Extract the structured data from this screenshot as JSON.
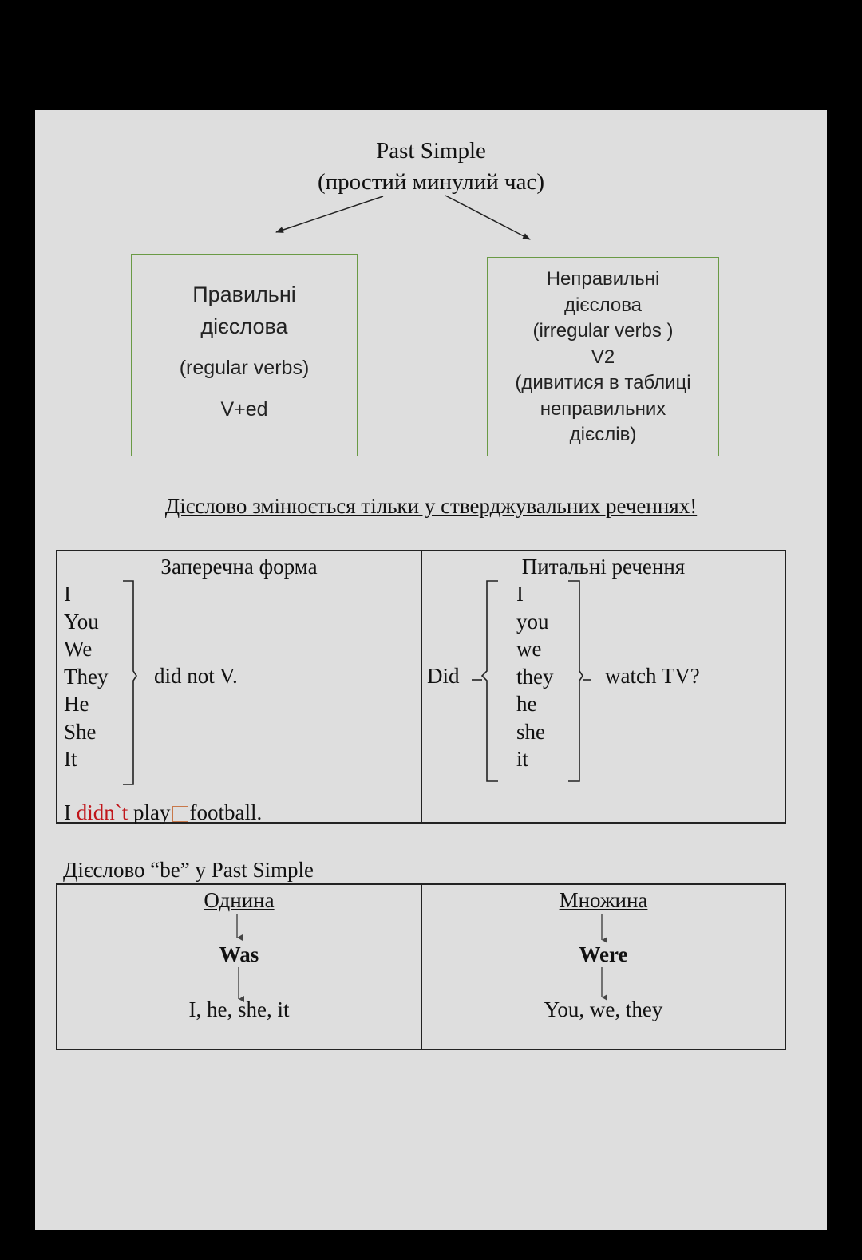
{
  "header": {
    "title": "Past Simple",
    "subtitle": "(простий минулий час)"
  },
  "regular_box": {
    "line1": "Правильні",
    "line2": "дієслова",
    "line3": "(regular verbs)",
    "line4": "V+ed"
  },
  "irregular_box": {
    "line1": "Неправильні",
    "line2": "дієслова",
    "line3": "(irregular verbs )",
    "line4": "V2",
    "line5": "(дивитися в таблиці",
    "line6": "неправильних",
    "line7": "дієслів)"
  },
  "rule_note": "Дієслово змінюється тільки у стверджувальних реченнях!",
  "negative": {
    "heading": "Заперечна форма",
    "pronouns": [
      "I",
      "You",
      "We",
      "They",
      "He",
      "She",
      "It"
    ],
    "formula": "did not V.",
    "example_start": "I ",
    "example_aux": "didn`t",
    "example_verb": " play",
    "example_end": "football."
  },
  "question": {
    "heading": "Питальні речення",
    "aux": "Did",
    "pronouns": [
      "I",
      "you",
      "we",
      "they",
      "he",
      "she",
      "it"
    ],
    "formula": "watch TV?"
  },
  "be_section": {
    "title": "Дієслово “be” у Past Simple",
    "singular": {
      "heading": "Однина",
      "form": "Was",
      "subjects": "I, he, she, it"
    },
    "plural": {
      "heading": "Множина",
      "form": "Were",
      "subjects": "You, we, they"
    }
  }
}
